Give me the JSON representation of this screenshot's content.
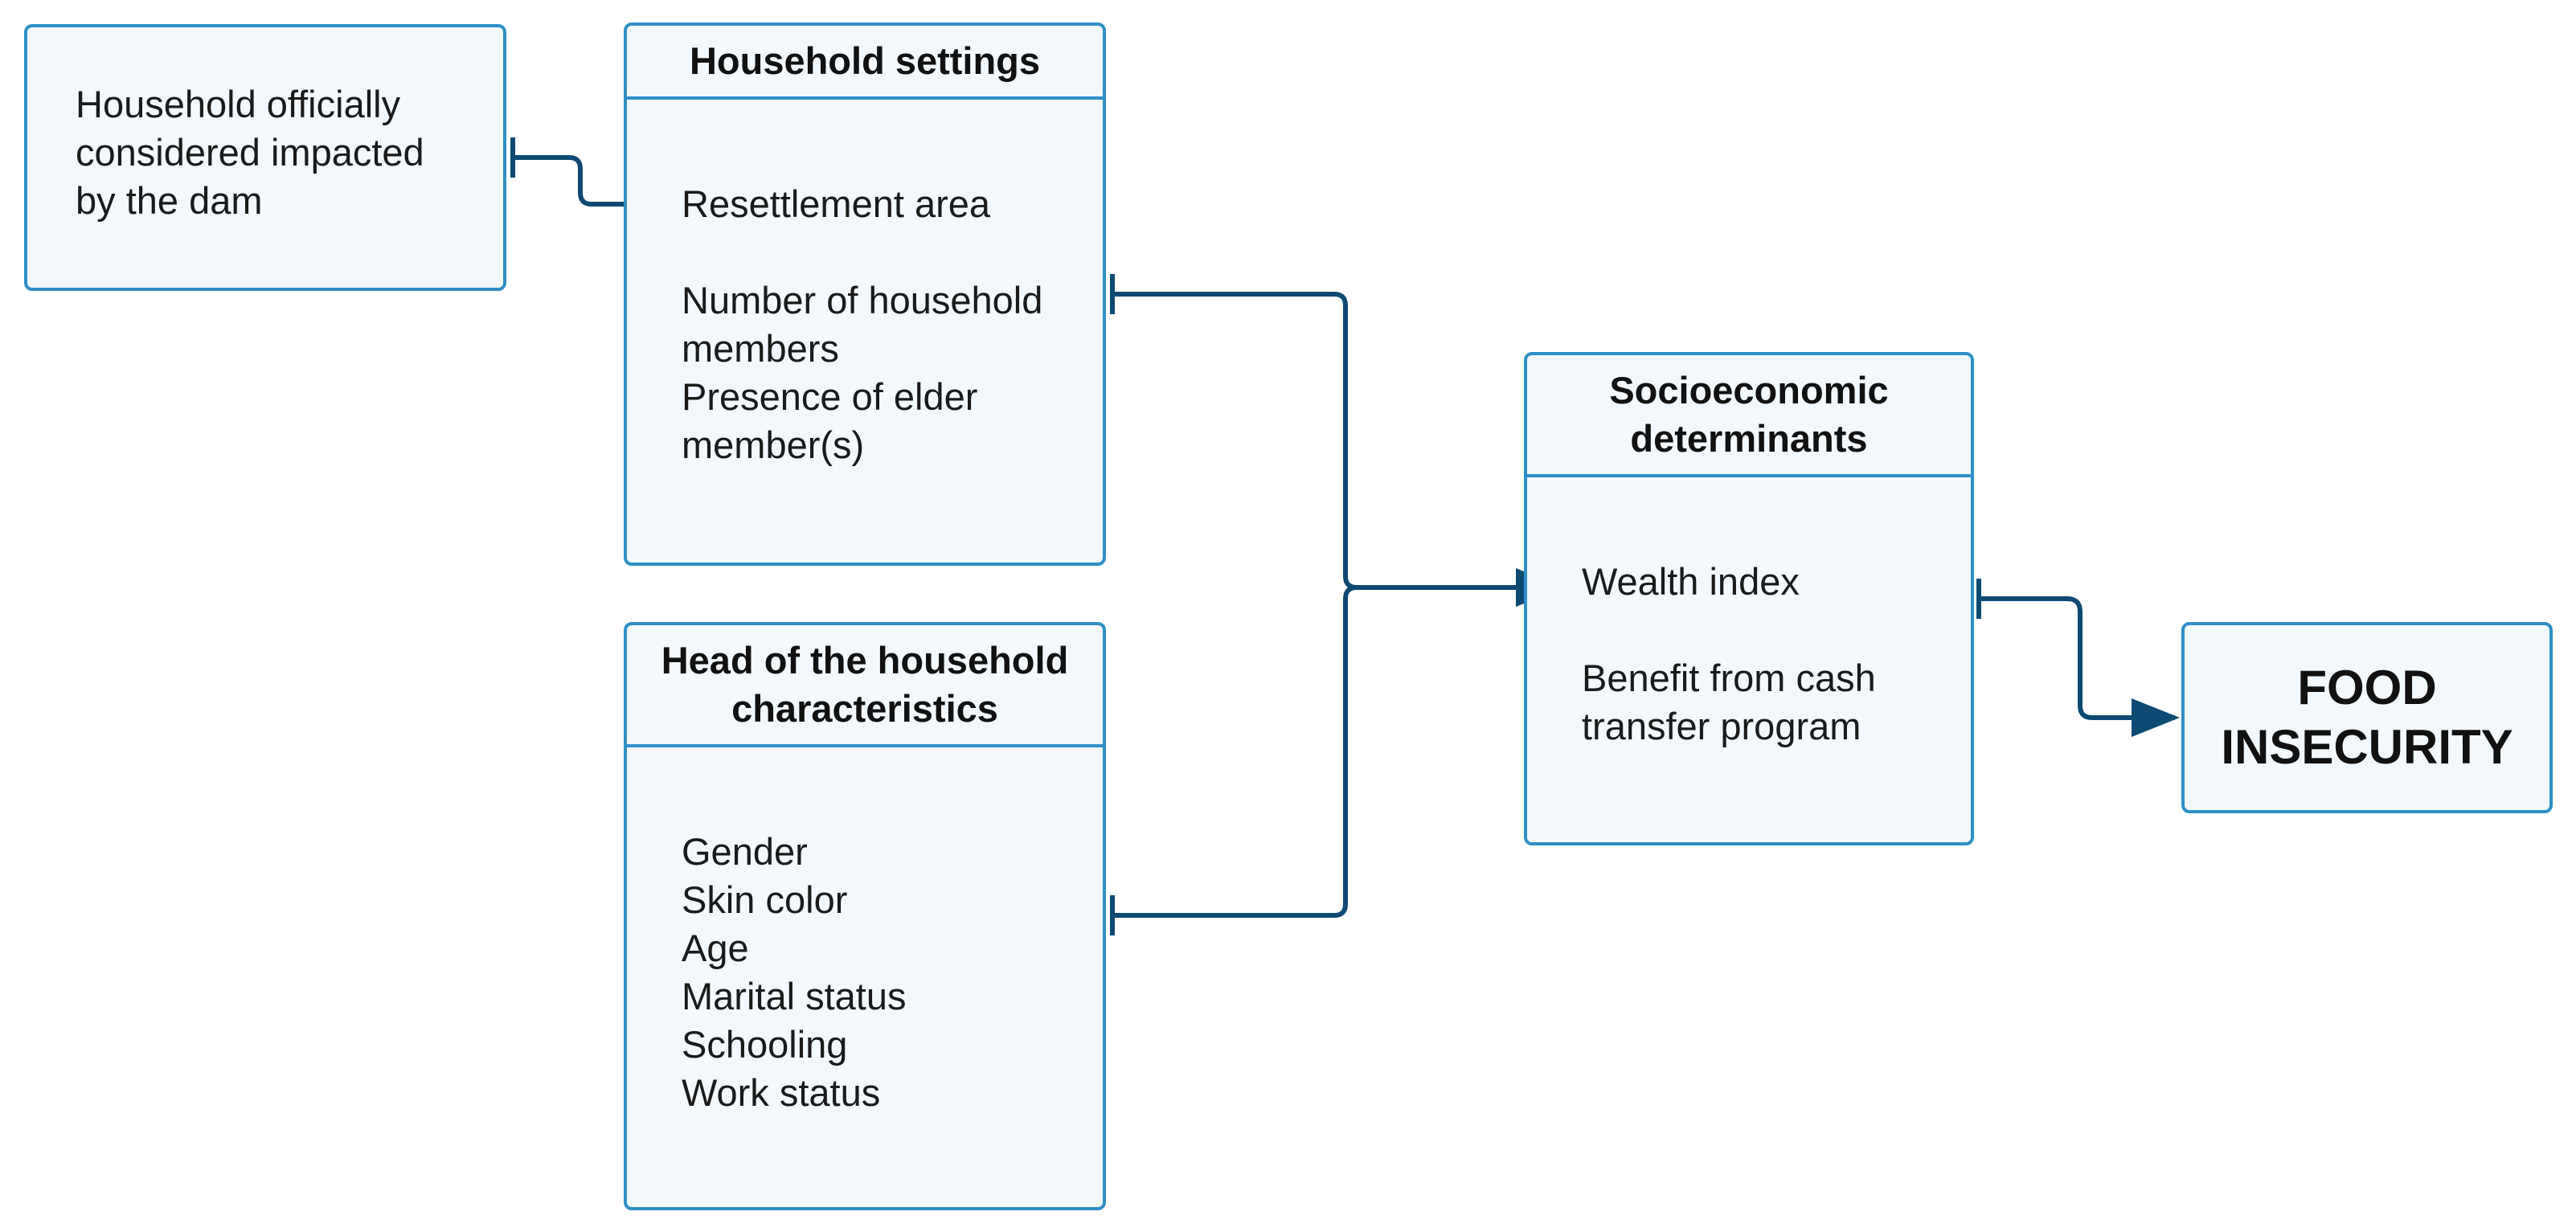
{
  "colors": {
    "box_border": "#2f8fc6",
    "box_fill": "#f2f8fc",
    "connector": "#0d4a73"
  },
  "nodes": {
    "impacted": {
      "lines": [
        "Household officially",
        "considered impacted",
        "by the dam"
      ]
    },
    "household_settings": {
      "title": "Household settings",
      "items": [
        "Resettlement area",
        "Number of household members",
        "Presence of elder member(s)"
      ]
    },
    "head_of_household": {
      "title_lines": [
        "Head of the household",
        "characteristics"
      ],
      "items": [
        "Gender",
        "Skin color",
        "Age",
        "Marital status",
        "Schooling",
        "Work status"
      ]
    },
    "socioeconomic": {
      "title_lines": [
        "Socioeconomic",
        "determinants"
      ],
      "items": [
        "Wealth index",
        "Benefit from cash transfer program"
      ]
    },
    "outcome": {
      "lines": [
        "FOOD",
        "INSECURITY"
      ]
    }
  },
  "edges": [
    {
      "from": "impacted",
      "to": "household_settings"
    },
    {
      "from": "household_settings",
      "to": "socioeconomic"
    },
    {
      "from": "head_of_household",
      "to": "socioeconomic"
    },
    {
      "from": "socioeconomic",
      "to": "outcome"
    }
  ]
}
